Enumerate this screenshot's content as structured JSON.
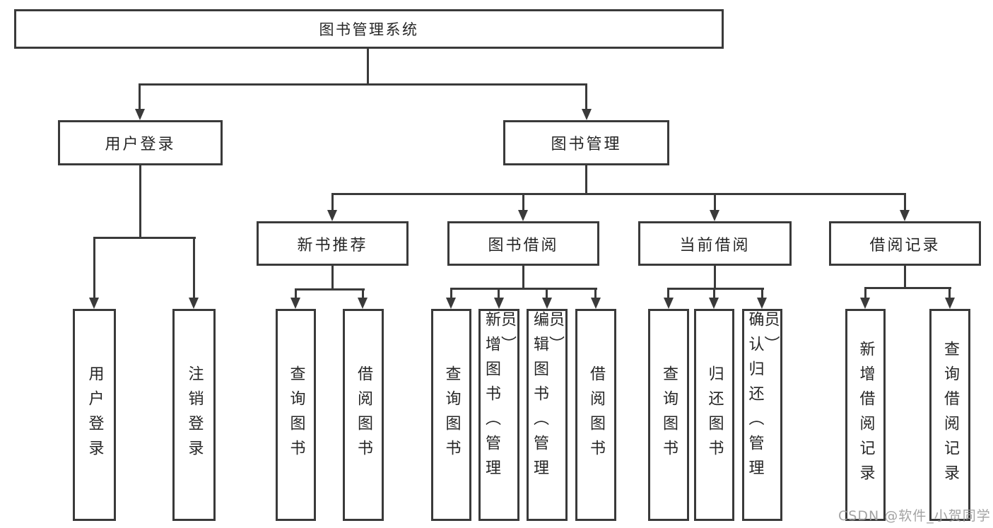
{
  "tree": {
    "root": "图书管理系统",
    "children": [
      {
        "label": "用户登录",
        "children": [
          "用户登录",
          "注销登录"
        ]
      },
      {
        "label": "图书管理",
        "children": [
          {
            "label": "新书推荐",
            "children": [
              "查询图书",
              "借阅图书"
            ]
          },
          {
            "label": "图书借阅",
            "children": [
              "查询图书",
              "新增图书（管理员）",
              "编辑图书（管理员）",
              "借阅图书"
            ]
          },
          {
            "label": "当前借阅",
            "children": [
              "查询图书",
              "归还图书",
              "确认归还（管理员）"
            ]
          },
          {
            "label": "借阅记录",
            "children": [
              "新增借阅记录",
              "查询借阅记录"
            ]
          }
        ]
      }
    ]
  },
  "watermark": {
    "text": "CSDN @软件_小贺同学"
  },
  "colors": {
    "line": "#3a3a3a",
    "border": "#3a3a3a",
    "text": "#262626",
    "watermark": "#9c9c9c",
    "background": "#ffffff"
  }
}
